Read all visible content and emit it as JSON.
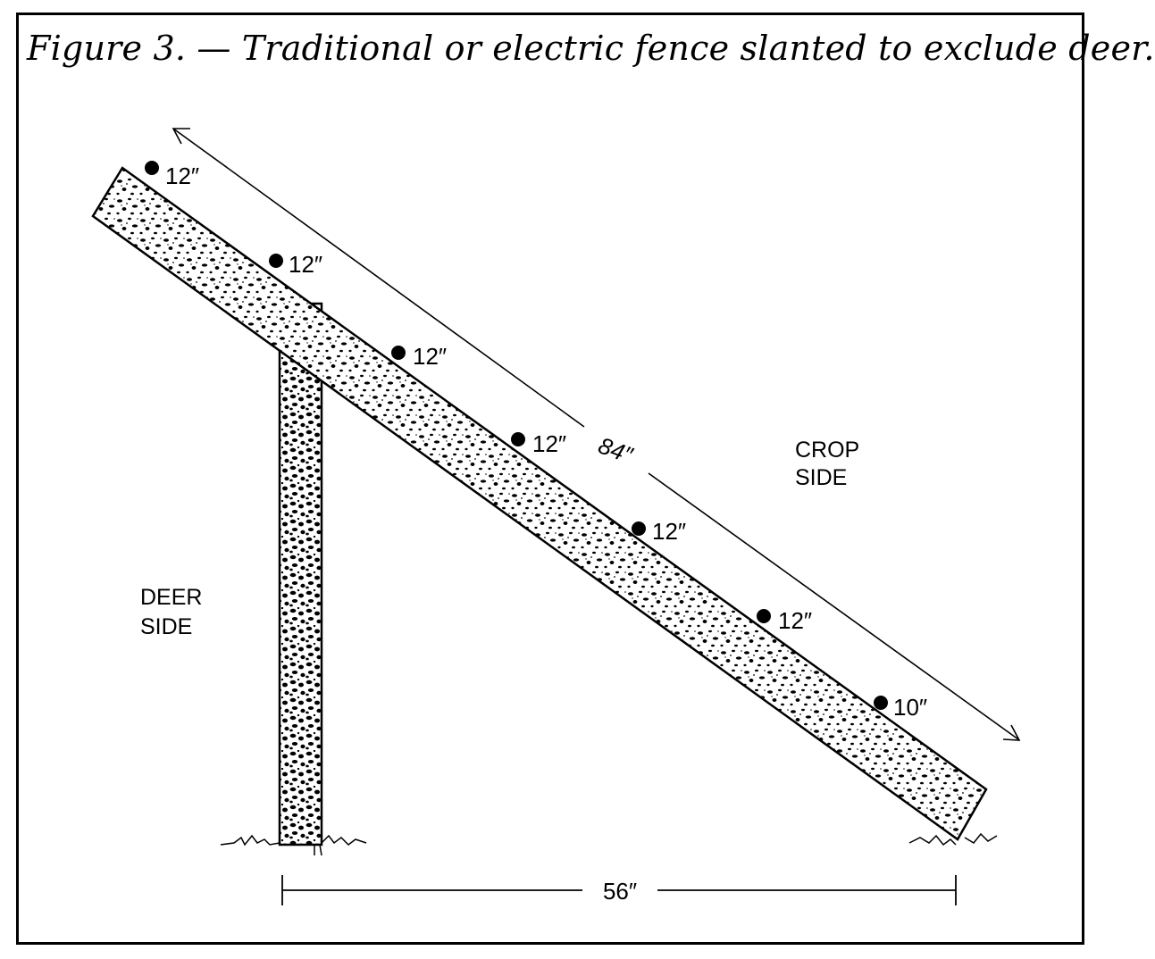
{
  "title": "Figure 3. — Traditional or electric fence slanted to exclude deer.",
  "wire_spacings": [
    {
      "label": "12″"
    },
    {
      "label": "12″"
    },
    {
      "label": "12″"
    },
    {
      "label": "12″"
    },
    {
      "label": "12″"
    },
    {
      "label": "12″"
    },
    {
      "label": "10″"
    }
  ],
  "slant_length_label": "84″",
  "base_width_label": "56″",
  "deer_side": {
    "line1": "DEER",
    "line2": "SIDE"
  },
  "crop_side": {
    "line1": "CROP",
    "line2": "SIDE"
  },
  "colors": {
    "ink": "#000000",
    "paper": "#ffffff"
  }
}
